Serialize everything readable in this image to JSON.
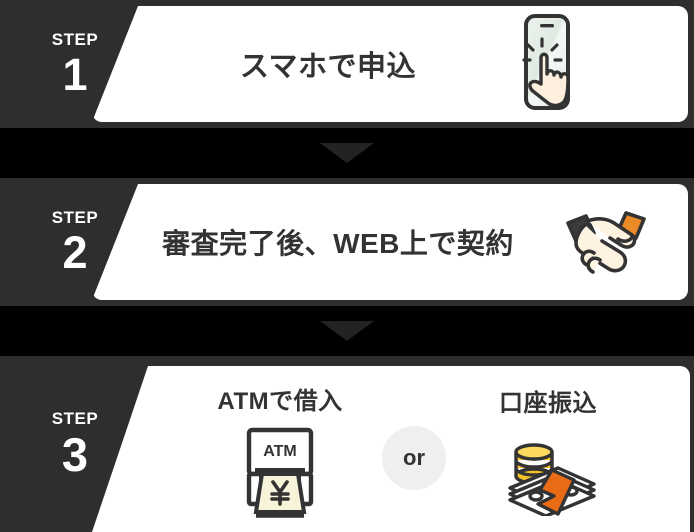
{
  "colors": {
    "background": "#000000",
    "step_panel": "#2e2e2e",
    "card": "#ffffff",
    "text_dark": "#333333",
    "text_light": "#ffffff",
    "accent_orange": "#ea6b16",
    "coin_gold": "#f5c22b",
    "or_badge_bg": "#efefef",
    "arrow": "#232323"
  },
  "steps": [
    {
      "step_word": "STEP",
      "step_number": "1",
      "title": "スマホで申込",
      "icon": "smartphone-tap-icon"
    },
    {
      "step_word": "STEP",
      "step_number": "2",
      "title": "審査完了後、WEB上で契約",
      "icon": "handshake-icon"
    },
    {
      "step_word": "STEP",
      "step_number": "3",
      "options": [
        {
          "label": "ATMで借入",
          "icon": "atm-machine-icon"
        },
        {
          "label": "口座振込",
          "icon": "cash-coins-icon"
        }
      ],
      "or_label": "or"
    }
  ],
  "separators": [
    {
      "icon": "down-arrow-icon"
    },
    {
      "icon": "down-arrow-icon"
    }
  ]
}
